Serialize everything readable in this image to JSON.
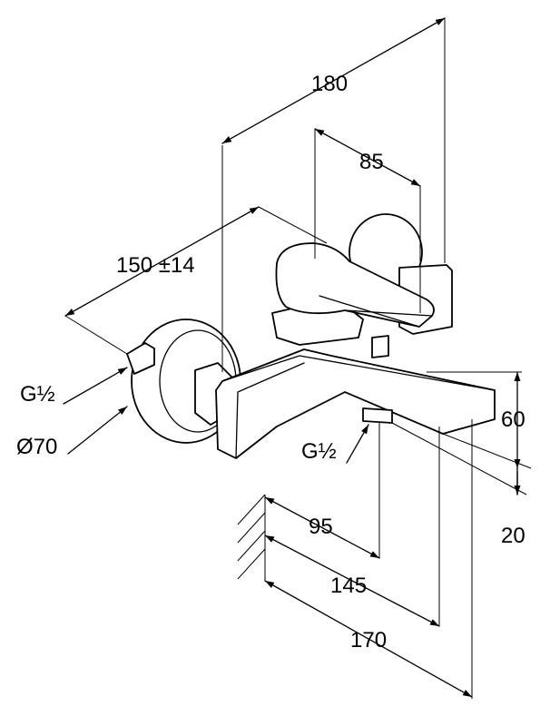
{
  "dimensions": {
    "width_overall": "180",
    "handle_offset": "85",
    "centres": "150 ±14",
    "thread_inlet": "G½",
    "rosette_diameter": "Ø70",
    "thread_outlet": "G½",
    "spout_height": "60",
    "outlet_drop": "20",
    "depth_outlet": "95",
    "depth_spout": "145",
    "depth_overall": "170"
  }
}
